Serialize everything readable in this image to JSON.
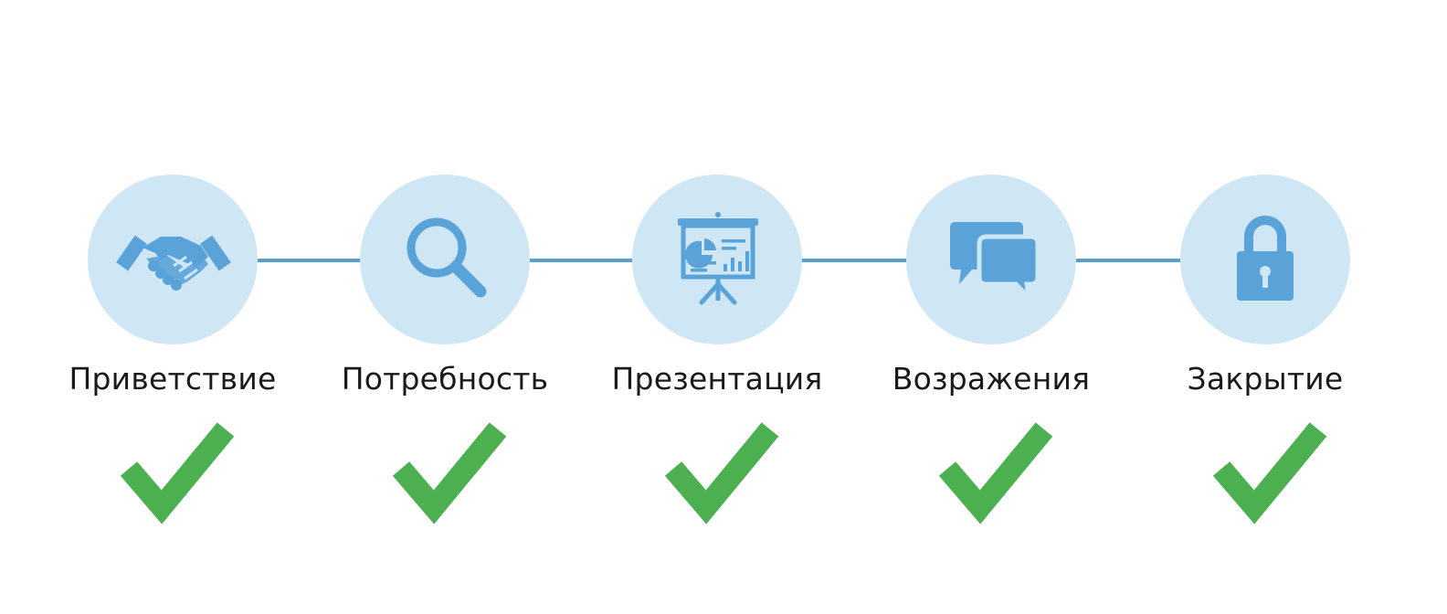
{
  "diagram": {
    "type": "process-steps",
    "colors": {
      "circle_fill": "#cfe6f4",
      "icon": "#5aa3d9",
      "connector": "#5b9fcc",
      "check": "#4caf50",
      "label": "#1a1a1a"
    },
    "steps": [
      {
        "label": "Приветствие",
        "icon": "handshake-icon",
        "status": "done"
      },
      {
        "label": "Потребность",
        "icon": "magnifier-icon",
        "status": "done"
      },
      {
        "label": "Презентация",
        "icon": "presentation-board-icon",
        "status": "done"
      },
      {
        "label": "Возражения",
        "icon": "chat-bubbles-icon",
        "status": "done"
      },
      {
        "label": "Закрытие",
        "icon": "padlock-icon",
        "status": "done"
      }
    ]
  }
}
